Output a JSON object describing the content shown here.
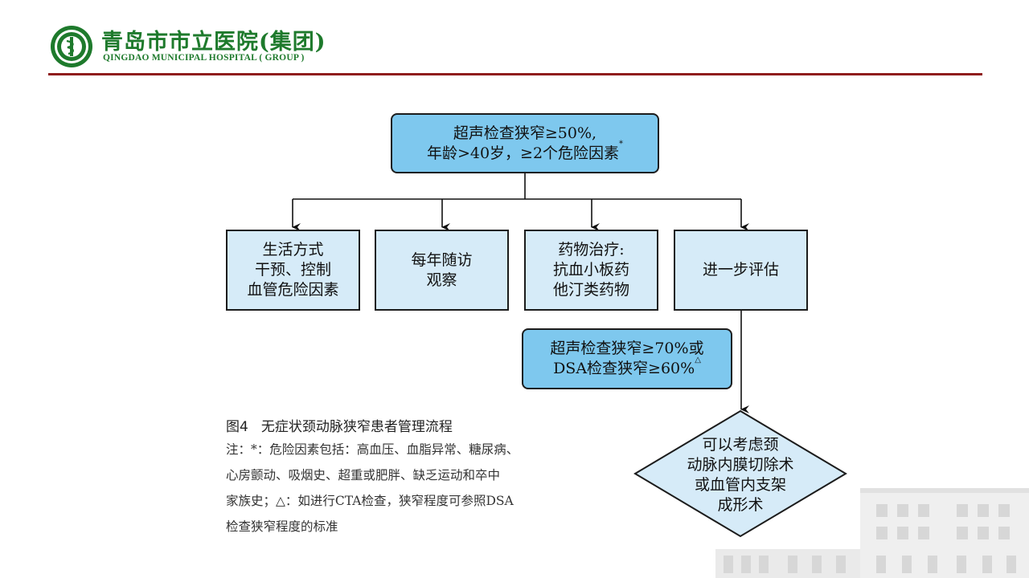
{
  "header": {
    "logo_icon": "hospital-emblem-icon",
    "name_cn": "青岛市市立医院(集团)",
    "name_en": "QINGDAO MUNICIPAL HOSPITAL ( GROUP )",
    "accent_color": "#8f1d1d",
    "brand_color": "#1e7a2c"
  },
  "flowchart": {
    "top_box": {
      "line1": "超声检查狭窄≥50%,",
      "line2": "年龄>40岁，≥2个危险因素",
      "mark": "*"
    },
    "branches": [
      {
        "label": "生活方式\n干预、控制\n血管危险因素"
      },
      {
        "label": "每年随访\n观察"
      },
      {
        "label": "药物治疗:\n抗血小板药\n他汀类药物"
      },
      {
        "label": "进一步评估"
      }
    ],
    "condition_box": {
      "line1": "超声检查狭窄≥70%或",
      "line2": "DSA检查狭窄≥60%",
      "mark": "△"
    },
    "decision": {
      "label": "可以考虑颈\n动脉内膜切除术\n或血管内支架\n成形术"
    },
    "colors": {
      "box_fill": "#d6ebf8",
      "highlight_fill": "#7ec8ee",
      "stroke": "#1c1c1c"
    }
  },
  "caption": {
    "figure_no": "图4",
    "title": "无症状颈动脉狭窄患者管理流程",
    "note_lines": [
      "注：*：危险因素包括：高血压、血脂异常、糖尿病、",
      "心房颤动、吸烟史、超重或肥胖、缺乏运动和卒中",
      "家族史；△：如进行CTA检查，狭窄程度可参照DSA",
      "检查狭窄程度的标准"
    ]
  }
}
